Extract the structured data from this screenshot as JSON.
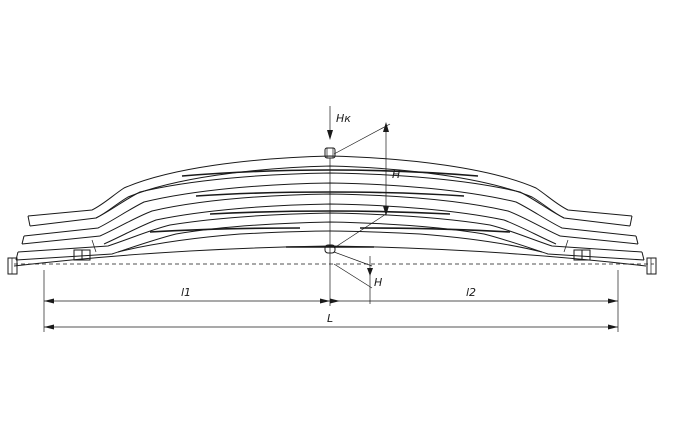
{
  "labels": {
    "load": "Hк",
    "height": "H",
    "small_height": "H",
    "left_length": "l1",
    "right_length": "l2",
    "total_length": "L"
  },
  "colors": {
    "stroke": "#1a1a1a",
    "background": "#ffffff"
  }
}
